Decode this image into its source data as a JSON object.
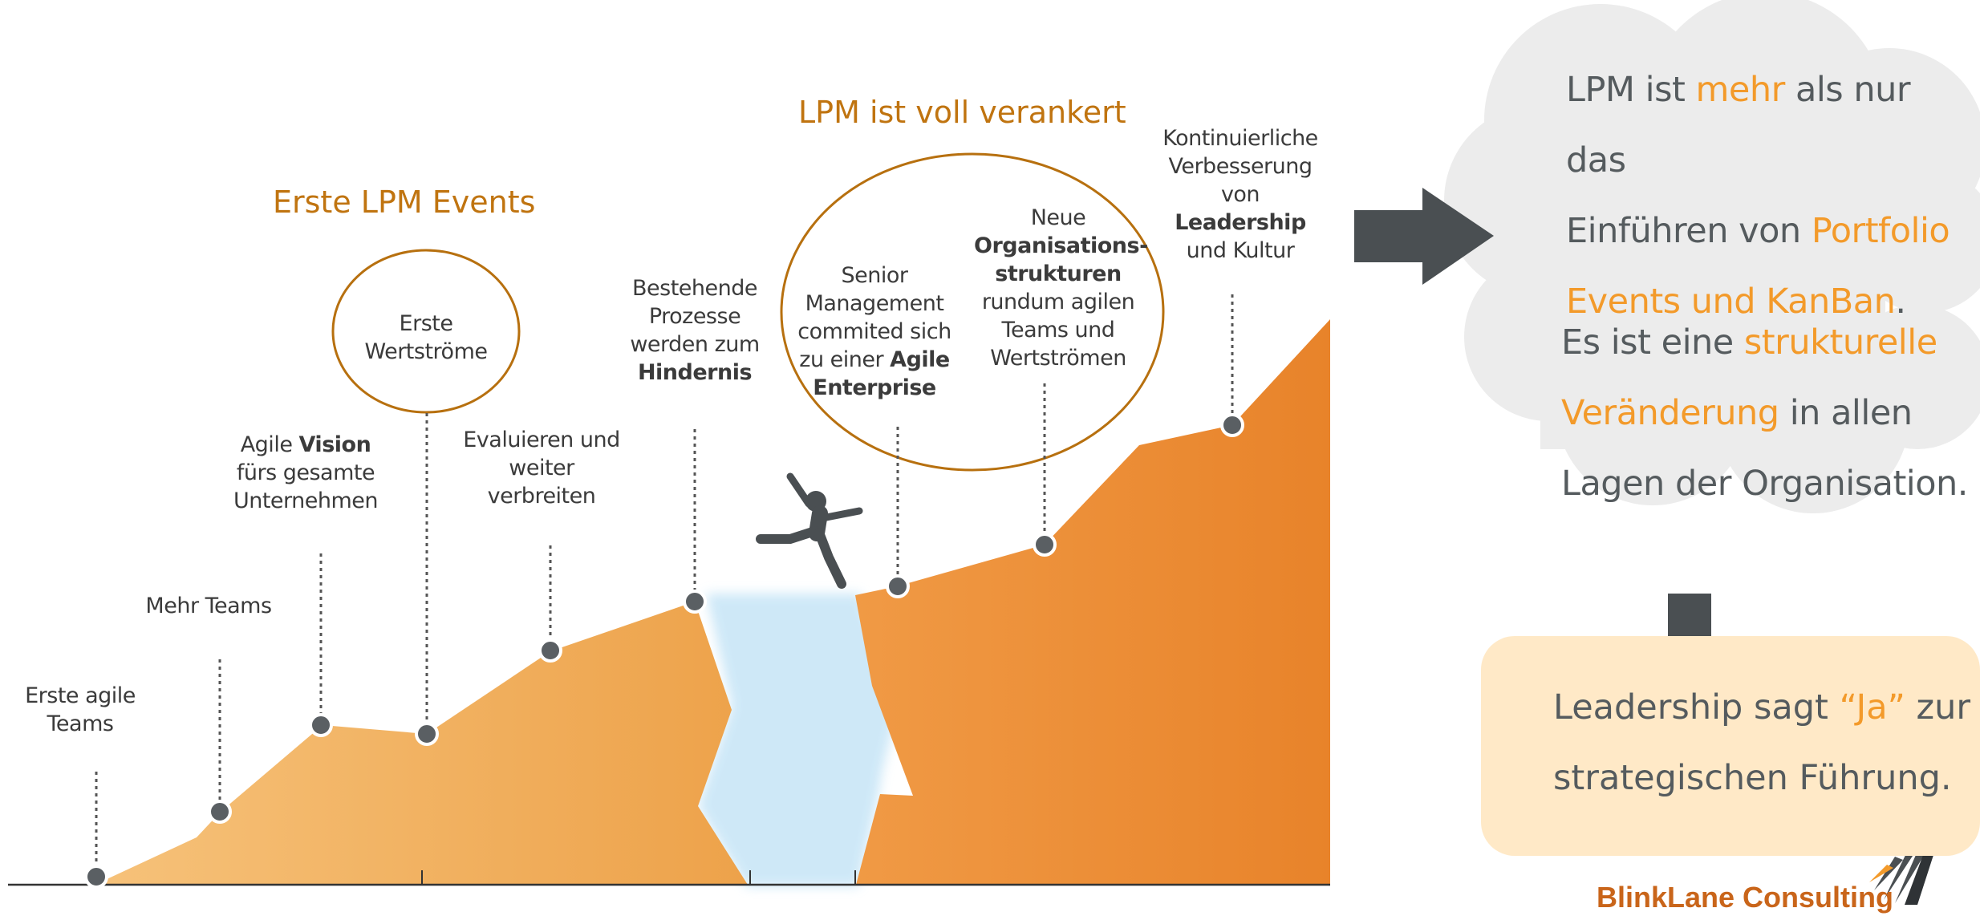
{
  "headings": {
    "first_events": "Erste LPM Events",
    "anchored": "LPM ist voll verankert"
  },
  "milestones": [
    {
      "l1": "Erste agile",
      "l2": "Teams"
    },
    {
      "l1": "Mehr Teams"
    },
    {
      "pre": "Agile ",
      "bold": "Vision",
      "l2": "fürs gesamte",
      "l3": "Unternehmen"
    },
    {
      "l1": "Erste",
      "l2": "Wertströme"
    },
    {
      "l1": "Evaluieren und",
      "l2": "weiter",
      "l3": "verbreiten"
    },
    {
      "l1": "Bestehende",
      "l2": "Prozesse",
      "l3": "werden zum",
      "bold": "Hindernis"
    },
    {
      "l1": "Senior",
      "l2": "Management",
      "l3": "commited sich",
      "l4pre": "zu einer ",
      "l4bold": "Agile",
      "l5bold": "Enterprise"
    },
    {
      "l1": "Neue",
      "bold1": "Organisations-",
      "bold2": "strukturen",
      "l4": "rundum agilen",
      "l5": "Teams und",
      "l6": "Wertströmen"
    },
    {
      "l1": "Kontinuierliche",
      "l2": "Verbesserung",
      "l3": "von",
      "bold": "Leadership",
      "l5": "und Kultur"
    }
  ],
  "cloud": {
    "p1a": "LPM ist ",
    "p1b": "mehr",
    "p1c": " als nur das",
    "p1d": "Einführen von ",
    "p1e": "Portfolio",
    "p1f": "Events und KanBan",
    "p1g": ".",
    "p2a": "Es ist eine ",
    "p2b": "strukturelle",
    "p2c": "Veränderung",
    "p2d": " in allen",
    "p2e": "Lagen der Organisation."
  },
  "leadership_box": {
    "a": "Leadership sagt ",
    "b": "“Ja”",
    "c": " zur",
    "d": "strategischen Führung."
  },
  "brand": "BlinkLane Consulting",
  "colors": {
    "accent_dark": "#c07410",
    "accent_light": "#f39a2a",
    "mountain_left": "#f4b867",
    "mountain_right": "#e8832a",
    "arrow": "#4a4f52",
    "cloud": "#ececec",
    "box": "#ffe9c7"
  }
}
